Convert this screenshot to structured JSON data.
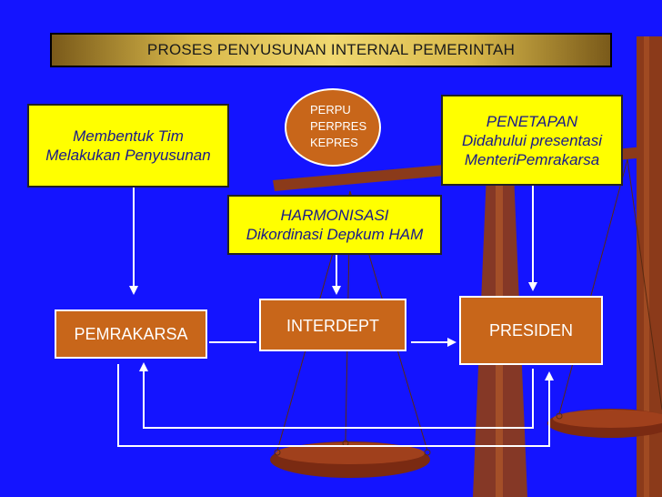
{
  "title": "PROSES PENYUSUNAN INTERNAL PEMERINTAH",
  "boxes": {
    "membentuk": [
      "Membentuk Tim",
      "Melakukan Penyusunan"
    ],
    "penetapan": [
      "PENETAPAN",
      "Didahului presentasi",
      "MenteriPemrakarsa"
    ],
    "harmonisasi": [
      "HARMONISASI",
      "Dikordinasi Depkum HAM"
    ],
    "perpu": [
      "PERPU",
      "PERPRES",
      "KEPRES"
    ],
    "pemrakarsa": "PEMRAKARSA",
    "interdept": "INTERDEPT",
    "presiden": "PRESIDEN"
  },
  "colors": {
    "background": "#1414ff",
    "yellow_box": "#ffff00",
    "orange_box": "#c8661a",
    "scale_wood": "#8b3a1a",
    "arrow": "#ffffff"
  }
}
